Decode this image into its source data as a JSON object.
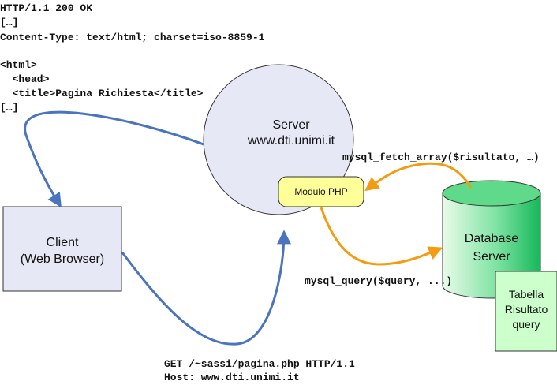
{
  "http_response": {
    "lines": [
      "HTTP/1.1 200 OK",
      "[…]",
      "Content-Type: text/html; charset=iso-8859-1",
      "",
      "<html>",
      "  <head>",
      "  <title>Pagina Richiesta</title>",
      "[…]"
    ]
  },
  "server": {
    "title": "Server",
    "host": "www.dti.unimi.it",
    "module": "Modulo PHP"
  },
  "client": {
    "line1": "Client",
    "line2": "(Web Browser)"
  },
  "database": {
    "line1": "Database",
    "line2": "Server"
  },
  "table_note": {
    "line1": "Tabella",
    "line2": "Risultato",
    "line3": "query"
  },
  "calls": {
    "fetch": "mysql_fetch_array($risultato, …)",
    "query": "mysql_query($query, ...)"
  },
  "http_request": {
    "line1": "GET /~sassi/pagina.php HTTP/1.1",
    "line2": "Host: www.dti.unimi.it"
  },
  "colors": {
    "blue_arrow": "#4a74bd",
    "orange_arrow": "#f39c12",
    "server_fill": "#e6e9f5",
    "client_fill": "#e6e9f5",
    "module_fill": "#ffff99",
    "db_fill": "#2ecc71",
    "table_fill": "#ccffcc"
  }
}
